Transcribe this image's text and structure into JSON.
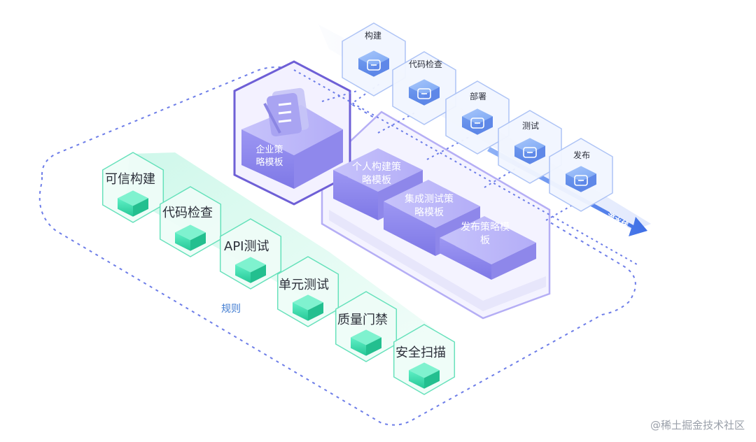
{
  "pipeline": {
    "stages": [
      {
        "label": "构建",
        "icon": "build-icon"
      },
      {
        "label": "代码检查",
        "icon": "code-check-icon"
      },
      {
        "label": "部署",
        "icon": "deploy-icon"
      },
      {
        "label": "测试",
        "icon": "test-icon"
      },
      {
        "label": "发布",
        "icon": "publish-icon"
      }
    ],
    "arrow_label": "流水线"
  },
  "enterprise_template": {
    "label": "企业策略模板",
    "icon": "document-icon"
  },
  "sub_templates": [
    {
      "label": "个人构建策略模板"
    },
    {
      "label": "集成测试策略模板"
    },
    {
      "label": "发布策略模板"
    }
  ],
  "rules": {
    "region_label": "规则",
    "items": [
      "可信构建",
      "代码检查",
      "API测试",
      "单元测试",
      "质量门禁",
      "安全扫描"
    ]
  },
  "watermark": "@稀土掘金技术社区",
  "colors": {
    "blue": "#6b9cf0",
    "purple": "#8c86ee",
    "teal": "#2fd3a3",
    "dash": "#6d7de8"
  }
}
